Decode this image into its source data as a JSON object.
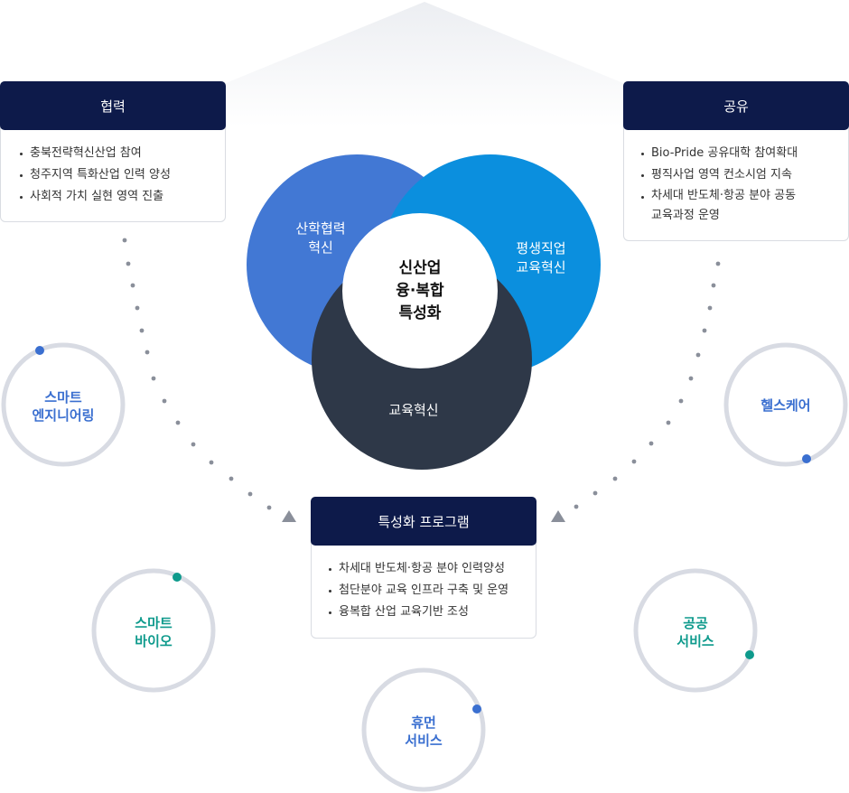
{
  "boxes": {
    "collaboration": {
      "title": "협력",
      "items": [
        "충북전략혁신산업 참여",
        "청주지역 특화산업 인력 양성",
        "사회적 가치 실현 영역 진출"
      ]
    },
    "sharing": {
      "title": "공유",
      "items": [
        "Bio-Pride 공유대학 참여확대",
        "평직사업 영역 컨소시엄 지속",
        "차세대 반도체·항공 분야 공동\n교육과정 운영"
      ]
    },
    "program": {
      "title": "특성화 프로그램",
      "items": [
        "차세대 반도체·항공 분야 인력양성",
        "첨단분야 교육 인프라 구축 및 운영",
        "융복합 산업 교육기반 조성"
      ]
    }
  },
  "venn": {
    "industry": "산학협력\n혁신",
    "lifelong": "평생직업\n교육혁신",
    "education": "교육혁신",
    "center": "신산업\n융·복합\n특성화",
    "colors": {
      "industry": "#4278d4",
      "lifelong": "#0b8fde",
      "education": "#2e3848",
      "center": "#ffffff"
    }
  },
  "fields": {
    "smart_engineering": "스마트\n엔지니어링",
    "healthcare": "헬스케어",
    "smart_bio": "스마트\n바이오",
    "public_service": "공공\n서비스",
    "human_service": "휴먼\n서비스"
  },
  "colors": {
    "navy": "#0d1a4a",
    "blue_accent": "#3a6fd0",
    "teal_accent": "#0e9a8c",
    "ring": "#d8dbe3",
    "dot": "#8a8f9a"
  }
}
